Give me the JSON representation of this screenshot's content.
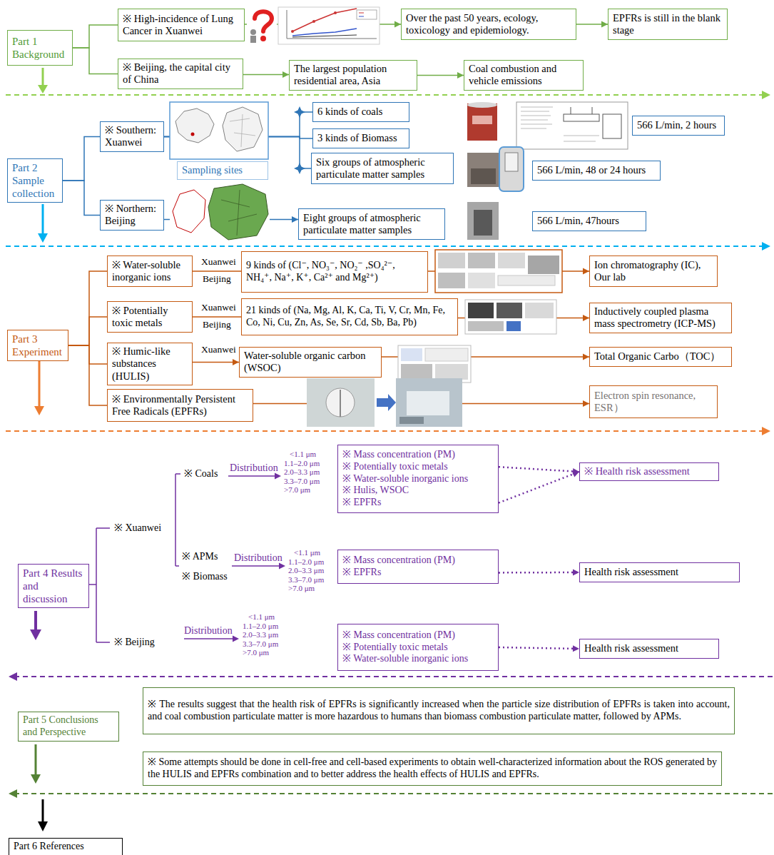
{
  "diagram": {
    "nodes": [
      {
        "text": [
          "Part 1 Background"
        ]
      },
      {
        "text": [
          "※ High-incidence of Lung Cancer in Xuanwei"
        ]
      },
      {
        "text": [
          "Over the past 50 years, ecology, toxicology and epidemiology."
        ]
      },
      {
        "text": [
          "EPFRs is still in the blank stage"
        ]
      },
      {
        "text": [
          "※ Beijing, the capital city of China"
        ]
      },
      {
        "text": [
          "The largest population residential area, Asia"
        ]
      },
      {
        "text": [
          "Coal combustion and vehicle emissions"
        ]
      },
      {
        "text": [
          "Part 2 Sample collection"
        ]
      },
      {
        "text": [
          "※ Southern: Xuanwei"
        ]
      },
      {
        "text": [
          "Sampling sites"
        ]
      },
      {
        "text": [
          "6 kinds of coals"
        ]
      },
      {
        "text": [
          "3 kinds of Biomass"
        ]
      },
      {
        "text": [
          "Six groups of atmospheric particulate matter samples"
        ]
      },
      {
        "text": [
          "566 L/min, 2 hours"
        ]
      },
      {
        "text": [
          "566 L/min, 48 or 24 hours"
        ]
      },
      {
        "text": [
          "※ Northern: Beijing"
        ]
      },
      {
        "text": [
          "Eight groups of atmospheric particulate matter samples"
        ]
      },
      {
        "text": [
          "566 L/min, 47hours"
        ]
      },
      {
        "text": [
          "Part 3 Experiment"
        ]
      },
      {
        "text": [
          "※ Water-soluble inorganic ions"
        ]
      },
      {
        "text": [
          "9 kinds of (Cl⁻, NO₃⁻, NO₂⁻ ,SO₄²⁻, NH₄⁺, Na⁺, K⁺, Ca²⁺ and Mg²⁺)"
        ]
      },
      {
        "text": [
          "Ion chromatography (IC), Our lab"
        ]
      },
      {
        "text": [
          "※ Potentially toxic metals"
        ]
      },
      {
        "text": [
          "21 kinds of (Na, Mg, Al, K, Ca, Ti, V, Cr, Mn, Fe, Co, Ni, Cu, Zn, As, Se, Sr, Cd, Sb, Ba, Pb)"
        ]
      },
      {
        "text": [
          "Inductively coupled plasma mass spectrometry (ICP-MS)"
        ]
      },
      {
        "text": [
          "※ Humic-like substances (HULIS)"
        ]
      },
      {
        "text": [
          "Water-soluble organic carbon (WSOC)"
        ]
      },
      {
        "text": [
          "Total Organic Carbo（TOC）"
        ]
      },
      {
        "text": [
          "※ Environmentally Persistent Free Radicals (EPFRs)"
        ]
      },
      {
        "text": [
          "Electron spin resonance, ESR）"
        ]
      },
      {
        "text": [
          "Part 4 Results and discussion"
        ]
      },
      {
        "text": [
          "※ Mass concentration (PM)",
          "※ Potentially toxic metals",
          "※ Water-soluble inorganic ions",
          "※ Hulis, WSOC",
          "※ EPFRs"
        ]
      },
      {
        "text": [
          "※ Health risk assessment"
        ]
      },
      {
        "text": [
          "※ Mass concentration (PM)",
          "※ EPFRs"
        ]
      },
      {
        "text": [
          "Health risk assessment"
        ]
      },
      {
        "text": [
          "※ Mass concentration (PM)",
          "※ Potentially toxic metals",
          "※ Water-soluble inorganic ions"
        ]
      },
      {
        "text": [
          "Health risk assessment"
        ]
      },
      {
        "text": [
          "Part 5 Conclusions and Perspective"
        ]
      },
      {
        "text": [
          "※ The results suggest that the health risk of EPFRs is significantly increased when the particle size distribution of EPFRs is taken into account, and coal combustion particulate matter is more hazardous to humans than biomass combustion particulate matter, followed by APMs."
        ]
      },
      {
        "text": [
          "※ Some attempts should be done in cell-free and cell-based experiments to obtain well-characterized information about the ROS generated by the HULIS and EPFRs combination and to better address the health effects of HULIS and EPFRs."
        ]
      },
      {
        "text": [
          "Part 6 References"
        ]
      }
    ],
    "edges": [
      {
        "from": 0,
        "to": 1,
        "arrow": "none"
      },
      {
        "from": 0,
        "to": 4,
        "arrow": "none"
      },
      {
        "from": 1,
        "to": 2,
        "arrow": "to"
      },
      {
        "from": 2,
        "to": 3,
        "arrow": "to"
      },
      {
        "from": 4,
        "to": 5,
        "arrow": "to"
      },
      {
        "from": 5,
        "to": 6,
        "arrow": "to"
      },
      {
        "from": 7,
        "to": 8,
        "arrow": "none"
      },
      {
        "from": 7,
        "to": 15,
        "arrow": "none"
      },
      {
        "from": 8,
        "to": 10,
        "arrow": "none"
      },
      {
        "from": 8,
        "to": 11,
        "arrow": "none"
      },
      {
        "from": 8,
        "to": 12,
        "arrow": "none"
      },
      {
        "from": 15,
        "to": 16,
        "arrow": "to"
      },
      {
        "from": 18,
        "to": 19,
        "arrow": "none"
      },
      {
        "from": 18,
        "to": 22,
        "arrow": "none"
      },
      {
        "from": 18,
        "to": 25,
        "arrow": "none"
      },
      {
        "from": 18,
        "to": 28,
        "arrow": "none"
      },
      {
        "from": 19,
        "to": 20,
        "arrow": "none"
      },
      {
        "from": 22,
        "to": 23,
        "arrow": "none"
      },
      {
        "from": 25,
        "to": 26,
        "arrow": "to"
      },
      {
        "from": 20,
        "to": 21,
        "arrow": "to"
      },
      {
        "from": 23,
        "to": 24,
        "arrow": "to"
      },
      {
        "from": 26,
        "to": 27,
        "arrow": "to"
      },
      {
        "from": 28,
        "to": 29,
        "arrow": "to"
      },
      {
        "from": 31,
        "to": 32,
        "arrow": "to"
      },
      {
        "from": 31,
        "to": 32,
        "arrow": "to"
      },
      {
        "from": 33,
        "to": 34,
        "arrow": "to"
      },
      {
        "from": 35,
        "to": 36,
        "arrow": "to"
      }
    ],
    "labels": [
      "Xuanwei",
      "Beijing",
      "Xuanwei",
      "Beijing",
      "Xuanwei",
      "※ Xuanwei",
      "※ Coals",
      "Distribution",
      "<1.1 μm",
      "1.1–2.0 μm",
      "2.0–3.3 μm",
      "3.3–7.0 μm",
      ">7.0 μm",
      "※ APMs",
      "※ Biomass",
      "Distribution",
      "<1.1 μm",
      "1.1–2.0 μm",
      "2.0–3.3 μm",
      "3.3–7.0 μm",
      ">7.0 μm",
      "※ Beijing",
      "Distribution",
      "<1.1 μm",
      "1.1–2.0 μm",
      "2.0–3.3 μm",
      "3.3–7.0 μm",
      ">7.0 μm"
    ]
  }
}
